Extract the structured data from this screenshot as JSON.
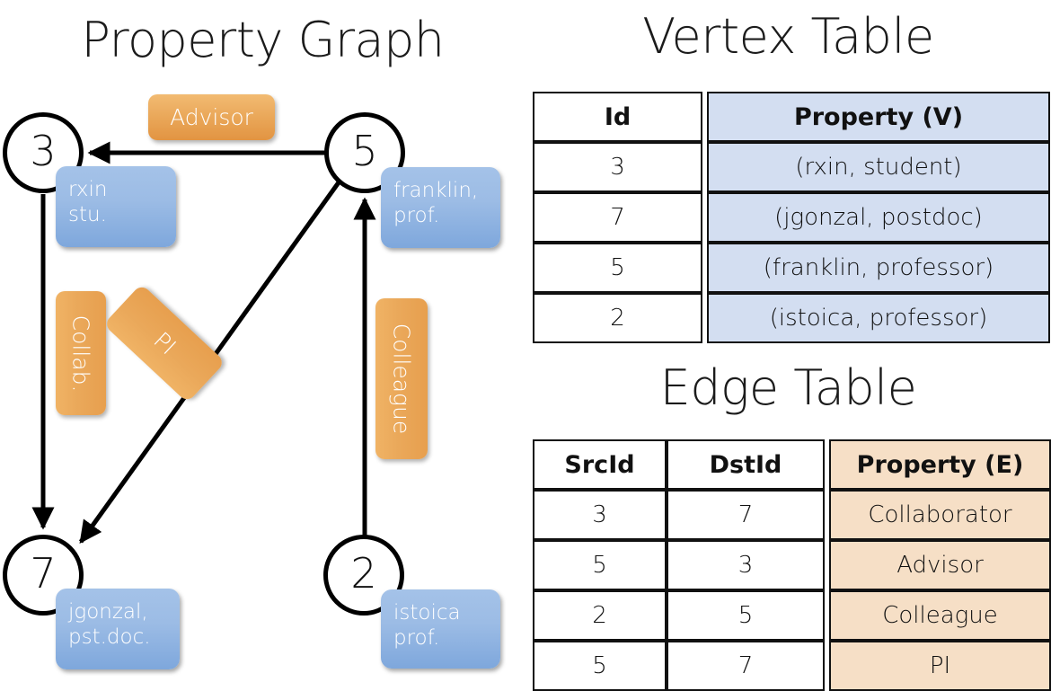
{
  "titles": {
    "property_graph": "Property Graph",
    "vertex_table": "Vertex Table",
    "edge_table": "Edge Table"
  },
  "colors": {
    "vertex_property_fill": "#D3DEF1",
    "edge_property_fill": "#F6DFC6",
    "vertex_callout_blue": "#9CBCE5",
    "edge_label_orange": "#EAA85A",
    "stroke_black": "#111111",
    "page_background": "#FFFFFF"
  },
  "graph": {
    "nodes": [
      {
        "id": "3",
        "property_line1": "rxin",
        "property_line2": "stu."
      },
      {
        "id": "5",
        "property_line1": "franklin,",
        "property_line2": "prof."
      },
      {
        "id": "7",
        "property_line1": "jgonzal,",
        "property_line2": "pst.doc."
      },
      {
        "id": "2",
        "property_line1": "istoica",
        "property_line2": "prof."
      }
    ],
    "edge_labels": [
      {
        "name": "advisor-label",
        "text": "Advisor",
        "orientation": "horizontal"
      },
      {
        "name": "collab-label",
        "text": "Collab.",
        "orientation": "vertical"
      },
      {
        "name": "pi-label",
        "text": "PI",
        "orientation": "diagonal"
      },
      {
        "name": "colleague-label",
        "text": "Colleague",
        "orientation": "vertical"
      }
    ],
    "edges": [
      {
        "src": "3",
        "dst": "7",
        "label": "Collab."
      },
      {
        "src": "5",
        "dst": "3",
        "label": "Advisor"
      },
      {
        "src": "2",
        "dst": "5",
        "label": "Colleague"
      },
      {
        "src": "5",
        "dst": "7",
        "label": "PI"
      }
    ]
  },
  "vertex_table": {
    "headers": [
      "Id",
      "Property (V)"
    ],
    "rows": [
      {
        "id": "3",
        "property": "(rxin, student)"
      },
      {
        "id": "7",
        "property": "(jgonzal, postdoc)"
      },
      {
        "id": "5",
        "property": "(franklin, professor)"
      },
      {
        "id": "2",
        "property": "(istoica, professor)"
      }
    ]
  },
  "edge_table": {
    "headers": [
      "SrcId",
      "DstId",
      "Property (E)"
    ],
    "rows": [
      {
        "src": "3",
        "dst": "7",
        "property": "Collaborator"
      },
      {
        "src": "5",
        "dst": "3",
        "property": "Advisor"
      },
      {
        "src": "2",
        "dst": "5",
        "property": "Colleague"
      },
      {
        "src": "5",
        "dst": "7",
        "property": "PI"
      }
    ]
  }
}
